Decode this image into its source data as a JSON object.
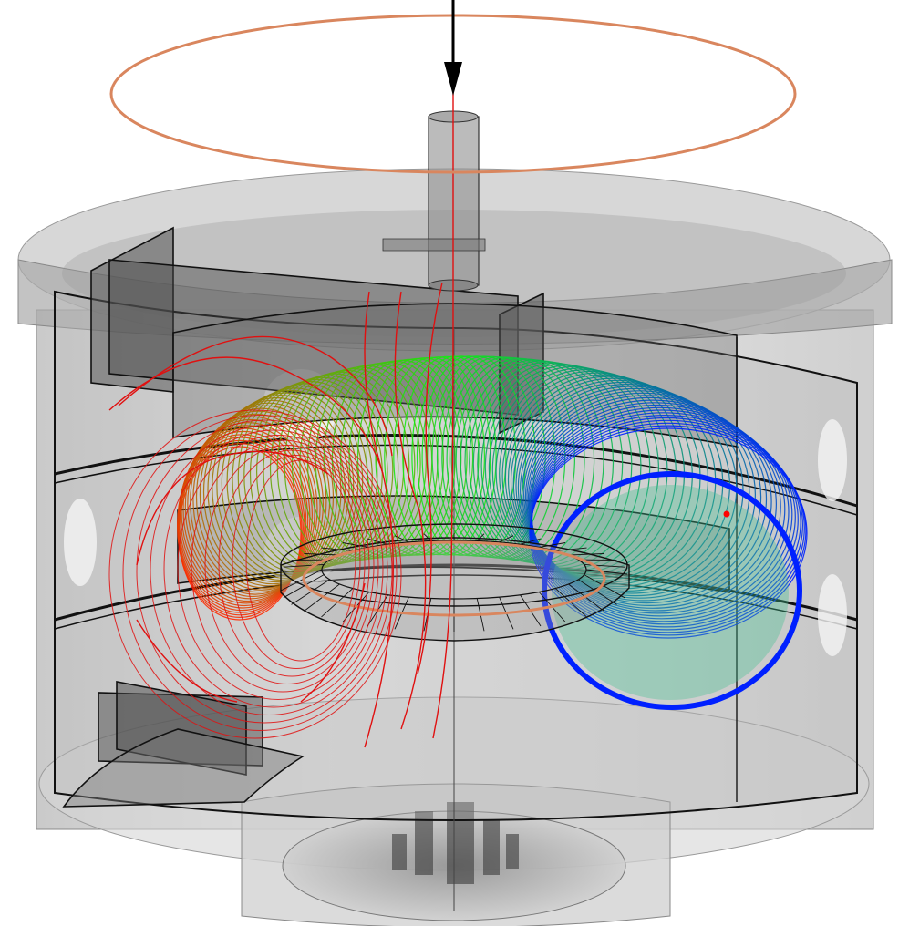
{
  "scene": {
    "kind": "3d cutaway of cylindrical vacuum vessel with toroidal trajectory",
    "colors": {
      "background": "#ffffff",
      "vessel_fill": "#bdbdbd",
      "vessel_dark": "#6e6e6e",
      "panel_fill": "#5a5a5a",
      "outline": "#111111",
      "coil": "#d9865e",
      "field_line": "#e01010",
      "torus_start": "#ff2a00",
      "torus_mid": "#10ee10",
      "torus_end": "#0020ff",
      "arrow": "#000000",
      "marker": "#ff0000"
    },
    "icons": {
      "arrow": "down-arrow-icon",
      "marker": "dot-marker-icon"
    },
    "field_line_count": 11,
    "torus_hoop_count": 90
  }
}
